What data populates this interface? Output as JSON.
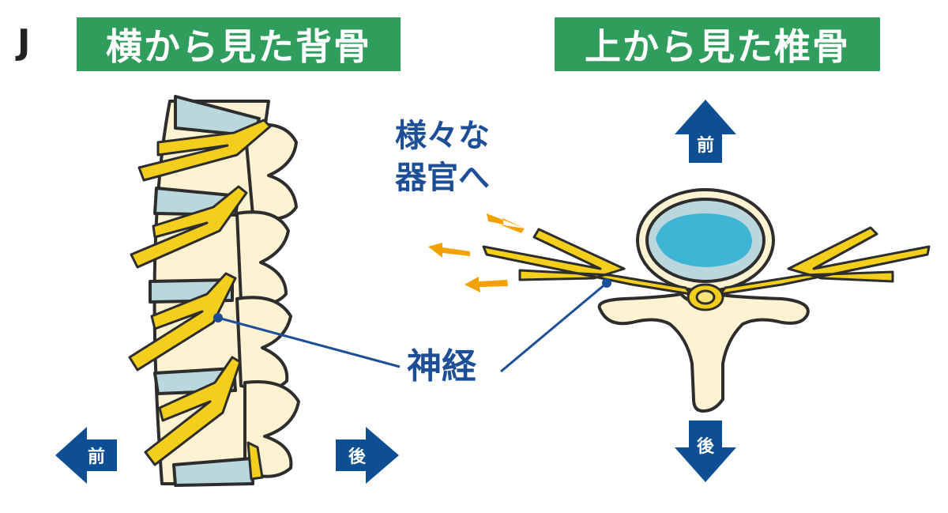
{
  "corner_label": "J",
  "left_title": "横から見た背骨",
  "right_title": "上から見た椎骨",
  "organs_label_line1": "様々な",
  "organs_label_line2": "器官へ",
  "nerve_label": "神経",
  "dir_front": "前",
  "dir_back": "後",
  "colors": {
    "title_green": "#2f9d5b",
    "nerve_yellow": "#f3cf1c",
    "bone": "#fdf2d2",
    "disc": "#b9d7dd",
    "arrow_blue": "#0e4f94",
    "orange_arrow": "#f2a200",
    "outline": "#2d2d2d",
    "label_blue": "#1d4f97"
  }
}
